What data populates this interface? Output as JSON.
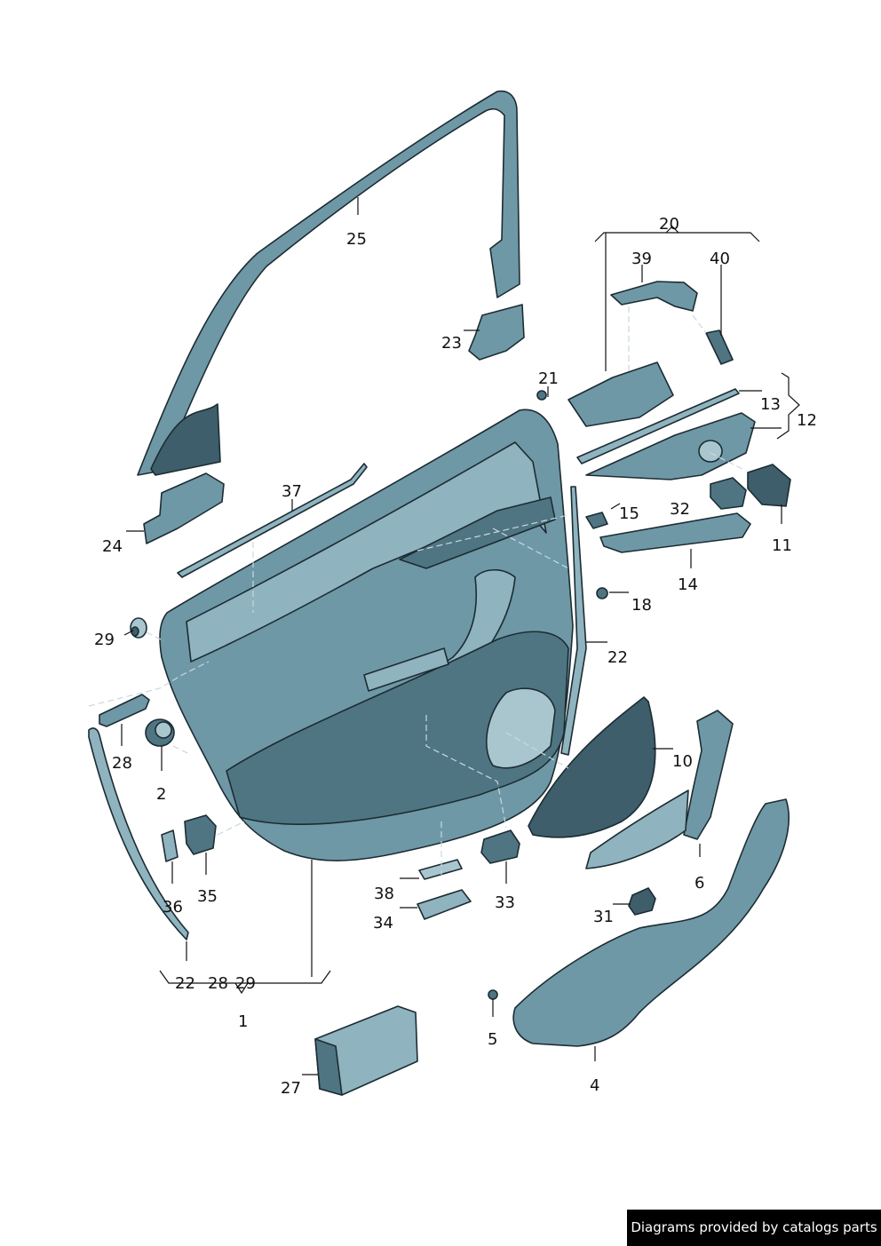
{
  "labels": {
    "l1": "1",
    "l2": "2",
    "l4": "4",
    "l5": "5",
    "l6": "6",
    "l10": "10",
    "l11": "11",
    "l12": "12",
    "l13": "13",
    "l14": "14",
    "l15": "15",
    "l18": "18",
    "l20": "20",
    "l21": "21",
    "l22a": "22",
    "l22b": "22",
    "l23": "23",
    "l24": "24",
    "l25": "25",
    "l27": "27",
    "l28a": "28",
    "l28b": "28",
    "l29a": "29",
    "l29b": "29",
    "l31": "31",
    "l32": "32",
    "l33": "33",
    "l34": "34",
    "l35": "35",
    "l36": "36",
    "l37": "37",
    "l38": "38",
    "l39": "39",
    "l40": "40"
  },
  "credit": "Diagrams provided by catalogs parts"
}
